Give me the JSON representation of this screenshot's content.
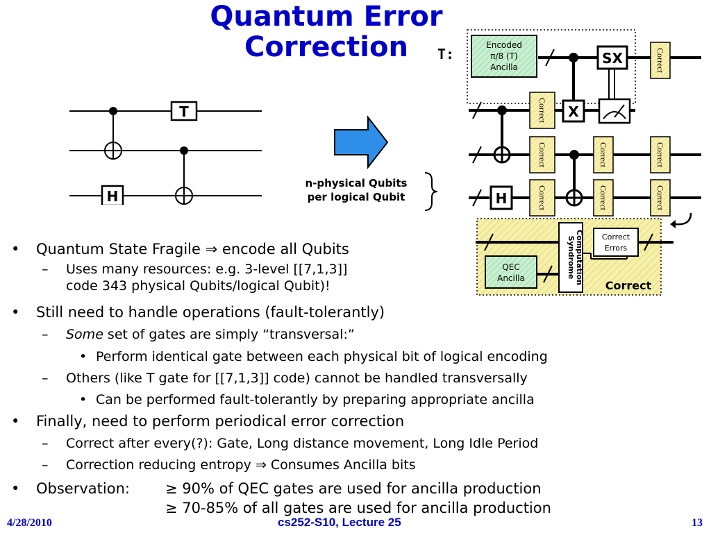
{
  "title": {
    "line1": "Quantum Error",
    "line2": "Correction"
  },
  "t_label": "T:",
  "left_circuit": {
    "t_gate": "T",
    "h_gate": "H"
  },
  "qubit_label": {
    "line1": "n-physical Qubits",
    "line2": "per logical Qubit"
  },
  "right_circuit": {
    "ancilla": {
      "line1": "Encoded",
      "line2": "π/8 (T)",
      "line3": "Ancilla"
    },
    "sx_gate": "SX",
    "x_gate": "X",
    "h_gate": "H",
    "correct": "Correct",
    "qec_ancilla": {
      "line1": "QEC",
      "line2": "Ancilla"
    },
    "syndrome": {
      "line1": "Syndrome",
      "line2": "Computation"
    },
    "correct_errors": {
      "line1": "Correct",
      "line2": "Errors"
    },
    "correct_caption": "Correct"
  },
  "bullets": {
    "b1": {
      "marker": "•",
      "text1": "Quantum State Fragile ",
      "arrow": "⇒",
      "text2": " encode all Qubits"
    },
    "b1_sub1": {
      "marker": "–",
      "line1": "Uses many resources: e.g. 3-level [[7,1,3]]",
      "line2": "code 343 physical Qubits/logical Qubit)!"
    },
    "b2": {
      "marker": "•",
      "text": "Still need to handle operations (fault-tolerantly)"
    },
    "b2_sub1": {
      "marker": "–",
      "italic": "Some",
      "text": " set of gates are simply “transversal:”"
    },
    "b2_sub1_sub": {
      "marker": "•",
      "text": "Perform identical gate between each physical bit of logical encoding"
    },
    "b2_sub2": {
      "marker": "–",
      "text": "Others (like T gate for [[7,1,3]] code) cannot be handled transversally"
    },
    "b2_sub2_sub": {
      "marker": "•",
      "text": "Can be performed fault-tolerantly by preparing appropriate ancilla"
    },
    "b3": {
      "marker": "•",
      "text": "Finally, need to perform periodical error correction"
    },
    "b3_sub1": {
      "marker": "–",
      "text": "Correct after every(?): Gate, Long distance movement, Long Idle Period"
    },
    "b3_sub2": {
      "marker": "–",
      "text1": "Correction reducing entropy ",
      "arrow": "⇒",
      "text2": " Consumes Ancilla bits"
    },
    "b4": {
      "marker": "•",
      "label": "Observation:",
      "line1": "≥ 90% of QEC gates are used for ancilla production",
      "line2": "≥ 70-85% of all gates are used for ancilla production"
    }
  },
  "footer": {
    "date": "4/28/2010",
    "course": "cs252-S10, Lecture 25",
    "page": "13"
  },
  "colors": {
    "title": "#0000c8",
    "arrow_fill": "#2f8fe8",
    "ancilla_fill": "#c8f0d0",
    "correct_fill": "#f8f0b0",
    "hatch_bg": "#f6f0a8"
  }
}
